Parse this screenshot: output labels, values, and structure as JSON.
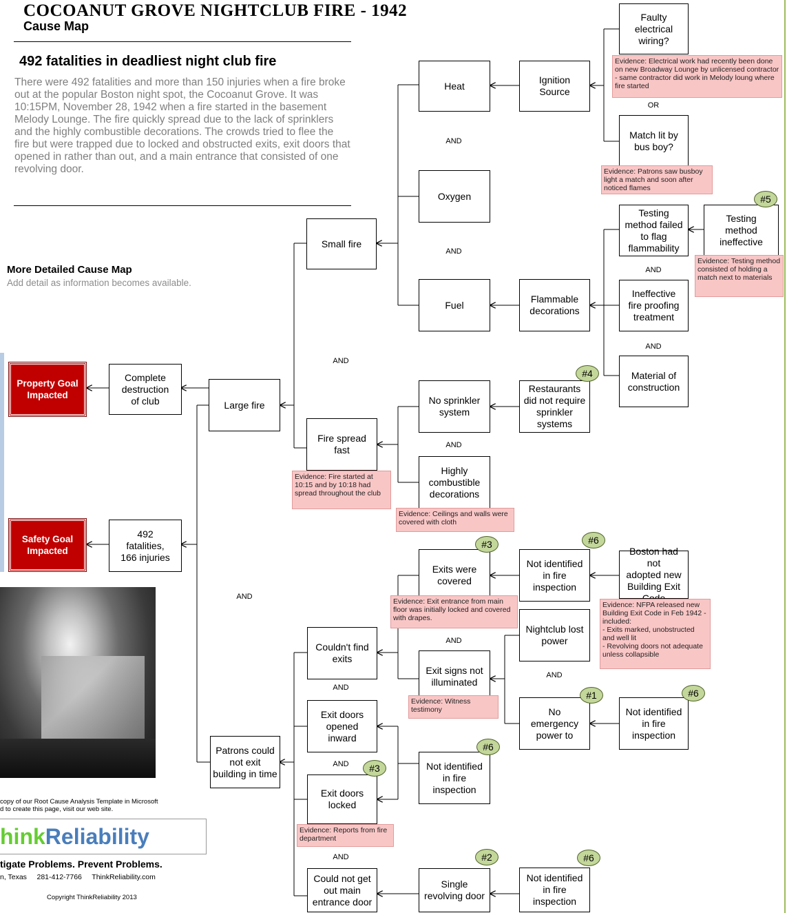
{
  "header": {
    "title": "COCOANUT GROVE NIGHTCLUB FIRE - 1942",
    "subtitle": "Cause Map",
    "headline": "492 fatalities in deadliest  night club fire",
    "intro": "There were 492 fatalities and more than 150 injuries when a fire broke out at the popular Boston night spot, the Cocoanut Grove.  It was 10:15PM, November 28, 1942 when a fire started in the basement Melody Lounge.  The fire quickly spread due to the lack of sprinklers and the highly combustible decorations.  The crowds tried to flee the fire but were trapped due to locked and obstructed exits, exit doors that opened in rather than out, and a main entrance that consisted of one revolving door."
  },
  "detail": {
    "heading": "More Detailed Cause Map",
    "note": "Add detail as information becomes available."
  },
  "goals": {
    "property": "Property Goal\nImpacted",
    "safety": "Safety Goal\nImpacted"
  },
  "nodes": {
    "complete_destruction": "Complete\ndestruction\nof club",
    "fatalities": "492\nfatalities,\n166 injuries",
    "large_fire": "Large fire",
    "patrons_exit": "Patrons could\nnot exit\nbuilding in time",
    "small_fire": "Small fire",
    "fire_spread": "Fire spread\nfast",
    "heat": "Heat",
    "oxygen": "Oxygen",
    "fuel": "Fuel",
    "ignition": "Ignition\nSource",
    "faulty_wiring": "Faulty\nelectrical\nwiring?",
    "match": "Match lit by\nbus boy?",
    "flammable": "Flammable\ndecorations",
    "testing_failed": "Testing\nmethod failed\nto flag\nflammability",
    "testing_ineffective": "Testing\nmethod\nineffective",
    "ineffective_fp": "Ineffective\nfire proofing\ntreatment",
    "material": "Material of\nconstruction",
    "no_sprinkler": "No sprinkler\nsystem",
    "restaurants": "Restaurants\ndid not require\nsprinkler\nsystems",
    "combustible": "Highly\ncombustible\ndecorations",
    "exits_covered": "Exits were\ncovered",
    "not_identified_1": "Not identified\nin fire\ninspection",
    "boston": "Boston had not\nadopted new\nBuilding Exit\nCode",
    "couldnt_find": "Couldn't find\nexits",
    "exit_signs": "Exit signs not\nilluminated",
    "lost_power": "Nightclub lost\npower",
    "no_emergency": "No\nemergency\npower to",
    "not_identified_2": "Not identified\nin fire\ninspection",
    "doors_inward": "Exit doors\nopened\ninward",
    "not_identified_3": "Not identified\nin fire\ninspection",
    "doors_locked": "Exit doors\nlocked",
    "main_entrance": "Could not get\nout main\nentrance door",
    "revolving": "Single\nrevolving door",
    "not_identified_4": "Not identified\nin fire\ninspection"
  },
  "evidence": {
    "wiring": "Evidence:  Electrical work had recently been done on new Broadway Lounge  by unlicensed contractor - same contractor did work in Melody loung where fire started",
    "match": "Evidence: Patrons saw busboy light a match and soon after noticed flames",
    "testing": "Evidence: Testing method consisted of holding a match next to materials",
    "spread": "Evidence:  Fire started at 10:15 and by 10:18 had spread throughout the club",
    "ceilings": "Evidence:  Ceilings and walls were covered with cloth",
    "exit_entrance": "Evidence:  Exit entrance from main floor was initially locked and covered with drapes.",
    "nfpa": "Evidence:  NFPA released new Building Exit Code in Feb 1942 - included:\n- Exits marked, unobstructed and well lit\n- Revolving doors not adequate unless collapsible",
    "witness": "Evidence:  Witness testimony",
    "reports": "Evidence:  Reports from fire department"
  },
  "connectors": {
    "and": "AND",
    "or": "OR"
  },
  "badges": {
    "b1": "#1",
    "b2": "#2",
    "b3a": "#3",
    "b3b": "#3",
    "b4": "#4",
    "b5": "#5",
    "b6a": "#6",
    "b6b": "#6",
    "b6c": "#6",
    "b6d": "#6"
  },
  "footer": {
    "template_note": "copy of our Root Cause Analysis Template in Microsoft\nd to create this page, visit our web site.",
    "logo_a": "hink",
    "logo_b": "Reliability",
    "tagline": "tigate Problems. Prevent Problems.",
    "contact": "n, Texas     281-412-7766     ThinkReliability.com",
    "copyright": "Copyright ThinkReliability 2013"
  },
  "colors": {
    "goal_red": "#c00000",
    "evidence_pink": "#f9c6c6",
    "badge_green": "#c4d79b",
    "intro_gray": "#7f7f7f",
    "logo_green": "#66cc33",
    "logo_blue": "#4a7ebb"
  }
}
